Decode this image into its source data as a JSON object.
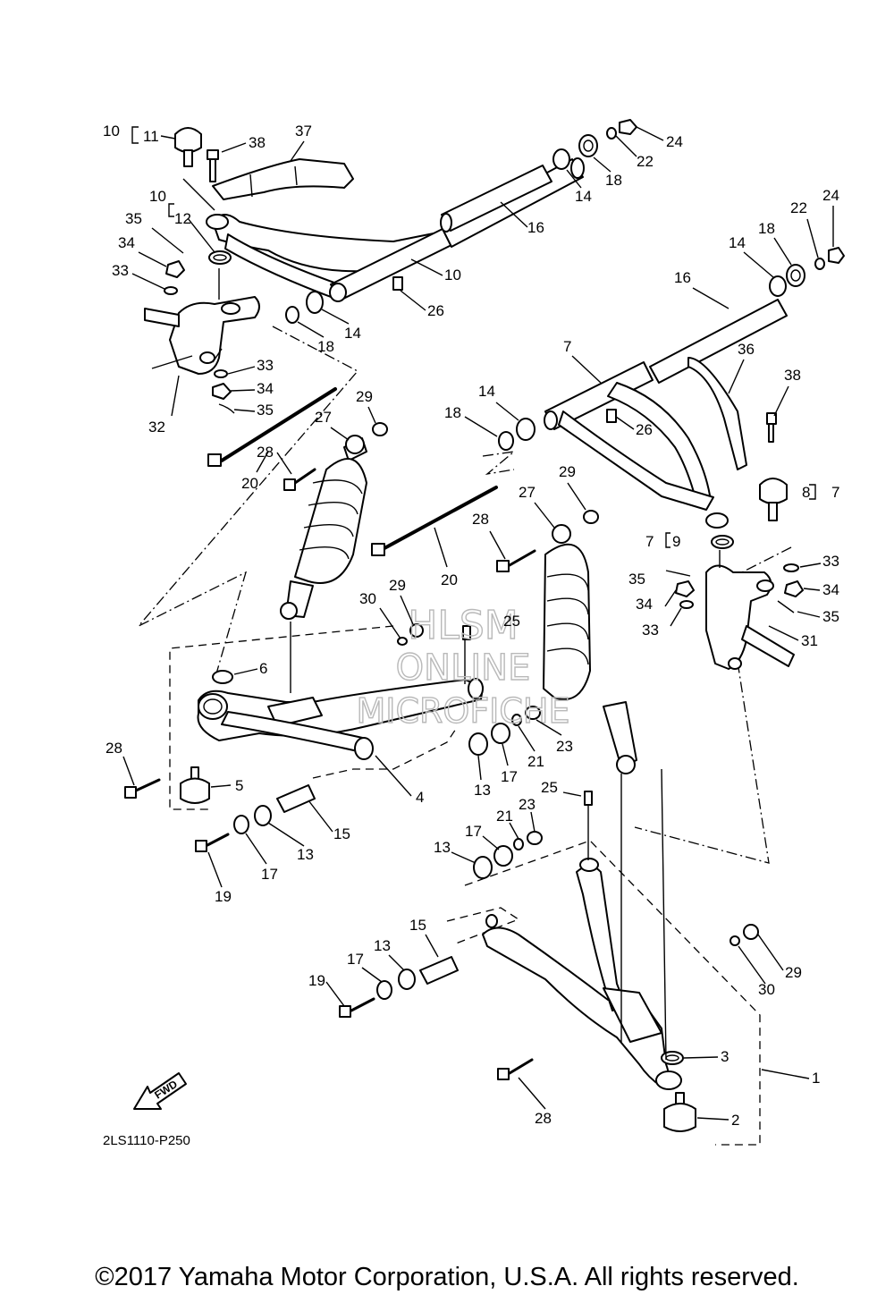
{
  "diagram": {
    "drawing_code": "2LS1110-P250",
    "direction_label": "FWD",
    "watermark": [
      "HLSM",
      "ONLINE",
      "MICROFICHE"
    ],
    "callouts": [
      {
        "id": "c10a",
        "text": "10"
      },
      {
        "id": "c11",
        "text": "11"
      },
      {
        "id": "c38a",
        "text": "38"
      },
      {
        "id": "c37",
        "text": "37"
      },
      {
        "id": "c10b",
        "text": "10"
      },
      {
        "id": "c12",
        "text": "12"
      },
      {
        "id": "c35a",
        "text": "35"
      },
      {
        "id": "c34a",
        "text": "34"
      },
      {
        "id": "c33a",
        "text": "33"
      },
      {
        "id": "c32",
        "text": "32"
      },
      {
        "id": "c33b",
        "text": "33"
      },
      {
        "id": "c34b",
        "text": "34"
      },
      {
        "id": "c35b",
        "text": "35"
      },
      {
        "id": "c10c",
        "text": "10"
      },
      {
        "id": "c16a",
        "text": "16"
      },
      {
        "id": "c14a",
        "text": "14"
      },
      {
        "id": "c18a",
        "text": "18"
      },
      {
        "id": "c22a",
        "text": "22"
      },
      {
        "id": "c24a",
        "text": "24"
      },
      {
        "id": "c26a",
        "text": "26"
      },
      {
        "id": "c14b",
        "text": "14"
      },
      {
        "id": "c18b",
        "text": "18"
      },
      {
        "id": "c20a",
        "text": "20"
      },
      {
        "id": "c28a",
        "text": "28"
      },
      {
        "id": "c29a",
        "text": "29"
      },
      {
        "id": "c27a",
        "text": "27"
      },
      {
        "id": "c24b",
        "text": "24"
      },
      {
        "id": "c22b",
        "text": "22"
      },
      {
        "id": "c18c",
        "text": "18"
      },
      {
        "id": "c14c",
        "text": "14"
      },
      {
        "id": "c16b",
        "text": "16"
      },
      {
        "id": "c7a",
        "text": "7"
      },
      {
        "id": "c36",
        "text": "36"
      },
      {
        "id": "c38b",
        "text": "38"
      },
      {
        "id": "c14d",
        "text": "14"
      },
      {
        "id": "c18d",
        "text": "18"
      },
      {
        "id": "c26b",
        "text": "26"
      },
      {
        "id": "c8",
        "text": "8"
      },
      {
        "id": "c7b",
        "text": "7"
      },
      {
        "id": "c29b",
        "text": "29"
      },
      {
        "id": "c27b",
        "text": "27"
      },
      {
        "id": "c28b",
        "text": "28"
      },
      {
        "id": "c20b",
        "text": "20"
      },
      {
        "id": "c7c",
        "text": "7"
      },
      {
        "id": "c9",
        "text": "9"
      },
      {
        "id": "c33c",
        "text": "33"
      },
      {
        "id": "c35c",
        "text": "35"
      },
      {
        "id": "c34c",
        "text": "34"
      },
      {
        "id": "c34d",
        "text": "34"
      },
      {
        "id": "c35d",
        "text": "35"
      },
      {
        "id": "c33d",
        "text": "33"
      },
      {
        "id": "c31",
        "text": "31"
      },
      {
        "id": "c30a",
        "text": "30"
      },
      {
        "id": "c29c",
        "text": "29"
      },
      {
        "id": "c25a",
        "text": "25"
      },
      {
        "id": "c6",
        "text": "6"
      },
      {
        "id": "c28c",
        "text": "28"
      },
      {
        "id": "c5",
        "text": "5"
      },
      {
        "id": "c4",
        "text": "4"
      },
      {
        "id": "c13a",
        "text": "13"
      },
      {
        "id": "c17a",
        "text": "17"
      },
      {
        "id": "c21a",
        "text": "21"
      },
      {
        "id": "c23a",
        "text": "23"
      },
      {
        "id": "c15a",
        "text": "15"
      },
      {
        "id": "c13b",
        "text": "13"
      },
      {
        "id": "c17b",
        "text": "17"
      },
      {
        "id": "c19a",
        "text": "19"
      },
      {
        "id": "c25b",
        "text": "25"
      },
      {
        "id": "c23b",
        "text": "23"
      },
      {
        "id": "c21b",
        "text": "21"
      },
      {
        "id": "c17c",
        "text": "17"
      },
      {
        "id": "c13c",
        "text": "13"
      },
      {
        "id": "c15b",
        "text": "15"
      },
      {
        "id": "c13d",
        "text": "13"
      },
      {
        "id": "c17d",
        "text": "17"
      },
      {
        "id": "c19b",
        "text": "19"
      },
      {
        "id": "c29d",
        "text": "29"
      },
      {
        "id": "c30b",
        "text": "30"
      },
      {
        "id": "c3",
        "text": "3"
      },
      {
        "id": "c1",
        "text": "1"
      },
      {
        "id": "c28d",
        "text": "28"
      },
      {
        "id": "c2",
        "text": "2"
      }
    ]
  },
  "footer": {
    "copyright": "©2017 Yamaha Motor Corporation, U.S.A. All rights reserved."
  }
}
